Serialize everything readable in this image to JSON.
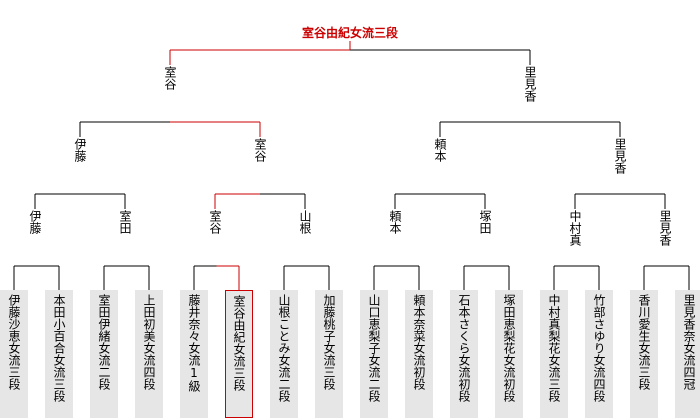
{
  "champion": "室谷由紀女流三段",
  "players": [
    "伊藤沙恵女流三段",
    "本田小百合女流三段",
    "室田伊緒女流二段",
    "上田初美女流四段",
    "藤井奈々女流1級",
    "室谷由紀女流三段",
    "山根ことみ女流二段",
    "加藤桃子女流三段",
    "山口恵梨子女流二段",
    "頼本奈菜女流初段",
    "石本さくら女流初段",
    "塚田恵梨花女流初段",
    "中村真梨花女流三段",
    "竹部さゆり女流四段",
    "香川愛生女流三段",
    "里見香奈女流四冠"
  ],
  "rounds": {
    "round1": [
      "伊藤",
      "室田",
      "室谷",
      "山根",
      "頼本",
      "塚田",
      "中村真",
      "里見香"
    ],
    "quarterfinal": [
      "伊藤",
      "室谷",
      "頼本",
      "里見香"
    ],
    "semifinal": [
      "室谷",
      "里見香"
    ]
  },
  "colors": {
    "line": "#000000",
    "winner_path": "#cc0000",
    "box": "#e6e6e6"
  }
}
